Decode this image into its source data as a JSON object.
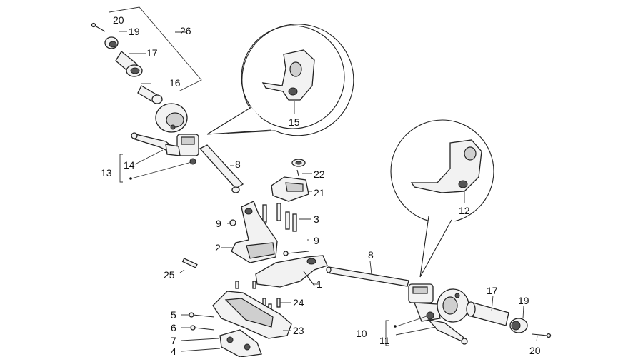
{
  "diagram": {
    "labels": {
      "p20a": "20",
      "p19a": "19",
      "p26": "26",
      "p17a": "17",
      "p16": "16",
      "p15": "15",
      "p13": "13",
      "p14": "14",
      "p8a": "8",
      "p22": "22",
      "p21": "21",
      "p9a": "9",
      "p3": "3",
      "p2": "2",
      "p9b": "9",
      "p25": "25",
      "p8b": "8",
      "p1": "1",
      "p5": "5",
      "p24": "24",
      "p6": "6",
      "p23": "23",
      "p7": "7",
      "p4": "4",
      "p12": "12",
      "p10": "10",
      "p11": "11",
      "p17b": "17",
      "p19b": "19",
      "p20b": "20"
    }
  }
}
